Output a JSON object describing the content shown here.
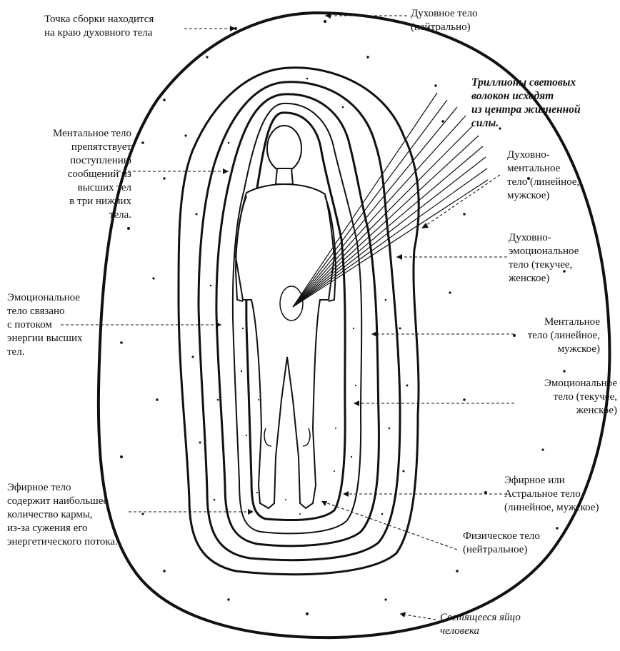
{
  "labels": {
    "assemblage_point": "Точка сборки находится\nна краю духовного тела",
    "spiritual_body": "Духовное тело\n(нейтрально)",
    "trillions_fibers": "Триллионы световых\nволокон исходят\nиз центра жизненной\nсилы.",
    "mental_blocks": "Ментальное тело\nпрепятствует\nпоступлению\nсообщений из\nвысших тел\nв три нижних\nтела.",
    "spiritual_mental": "Духовно-\nментальное\nтело (линейное,\nмужское)",
    "spiritual_emotional": "Духовно-\nэмоциональное\nтело (текучее,\nженское)",
    "emotional_linked": "Эмоциональное\nтело связано\nс потоком\nэнергии высших\nтел.",
    "mental_body": "Ментальное\nтело (линейное,\nмужское)",
    "emotional_body": "Эмоциональное\nтело (текучее,\nженское)",
    "etheric_karma": "Эфирное тело\nсодержит наибольшее\nколичество кармы,\nиз-за сужения его\nэнергетического потока.",
    "etheric_astral": "Эфирное или\nАстральное тело\n(линейное, мужское)",
    "physical_body": "Физическое тело\n(нейтральное)",
    "luminous_egg": "Светящееся яйцо\nчеловека"
  }
}
